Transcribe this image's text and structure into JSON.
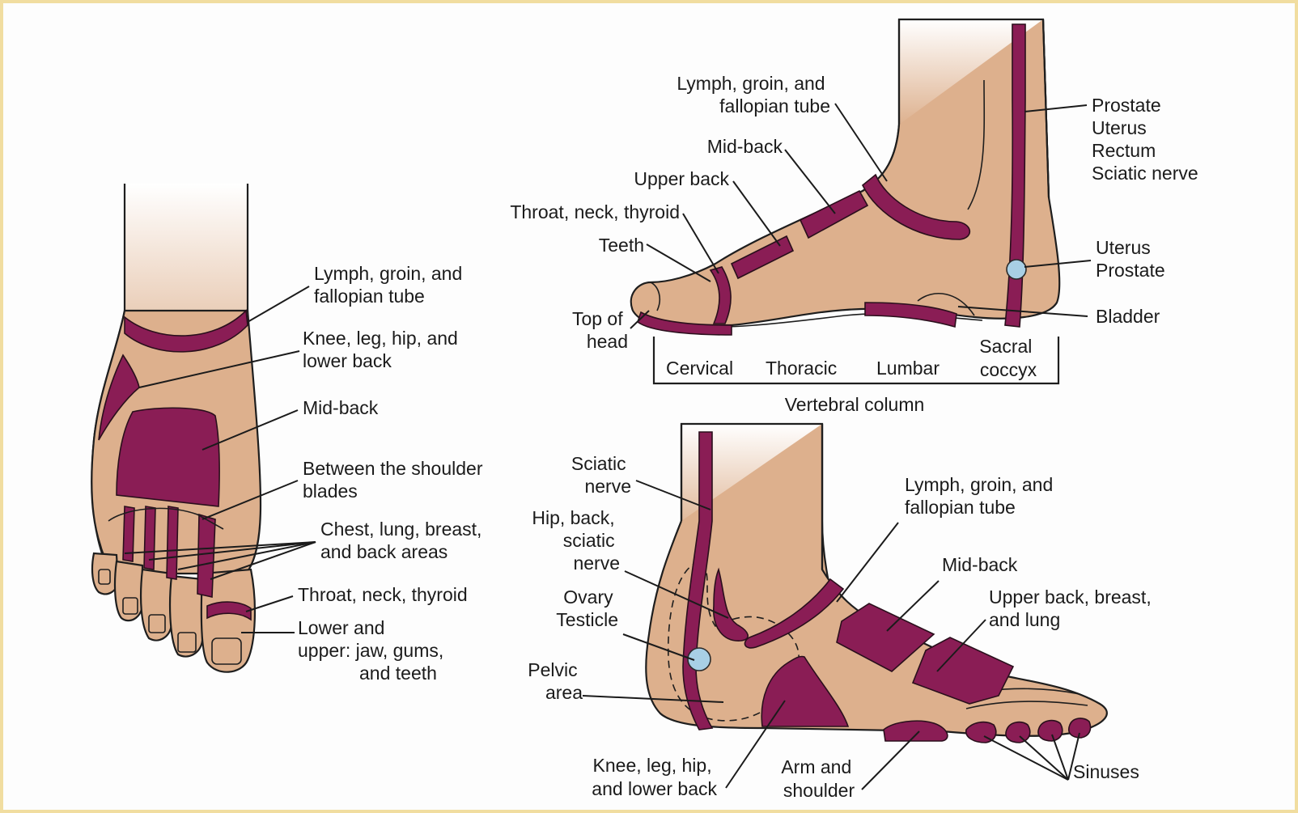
{
  "top_view": {
    "lymph": [
      "Lymph, groin, and",
      "fallopian tube"
    ],
    "knee": [
      "Knee, leg, hip, and",
      "lower back"
    ],
    "midback": "Mid-back",
    "shoulder": [
      "Between the shoulder",
      "blades"
    ],
    "chest": [
      "Chest, lung, breast,",
      "and back areas"
    ],
    "throat": "Throat, neck, thyroid",
    "jaw": [
      "Lower and",
      "upper: jaw, gums,",
      "and teeth"
    ]
  },
  "medial_view": {
    "lymph": [
      "Lymph, groin, and",
      "fallopian tube"
    ],
    "midback": "Mid-back",
    "upperback": "Upper back",
    "throat": "Throat, neck, thyroid",
    "teeth": "Teeth",
    "tophead": [
      "Top of",
      "head"
    ],
    "prostate": [
      "Prostate",
      "Uterus",
      "Rectum",
      "Sciatic nerve"
    ],
    "uterus": [
      "Uterus",
      "Prostate"
    ],
    "bladder": "Bladder",
    "cervical": "Cervical",
    "thoracic": "Thoracic",
    "lumbar": "Lumbar",
    "sacral": [
      "Sacral",
      "coccyx"
    ],
    "vertebral": "Vertebral column"
  },
  "lateral_view": {
    "sciatic": [
      "Sciatic",
      "nerve"
    ],
    "hip": [
      "Hip, back,",
      "sciatic",
      "nerve"
    ],
    "ovary": [
      "Ovary",
      "Testicle"
    ],
    "pelvic": [
      "Pelvic",
      "area"
    ],
    "knee": [
      "Knee, leg, hip,",
      "and lower back"
    ],
    "arm": [
      "Arm and",
      "shoulder"
    ],
    "lymph": [
      "Lymph, groin, and",
      "fallopian tube"
    ],
    "midback": "Mid-back",
    "upperback": [
      "Upper back, breast,",
      "and lung"
    ],
    "sinuses": "Sinuses"
  },
  "colors": {
    "skin": "#ddb08d",
    "zone": "#8a1d55",
    "gland": "#a8cfe5",
    "frame": "#f1dda0"
  }
}
